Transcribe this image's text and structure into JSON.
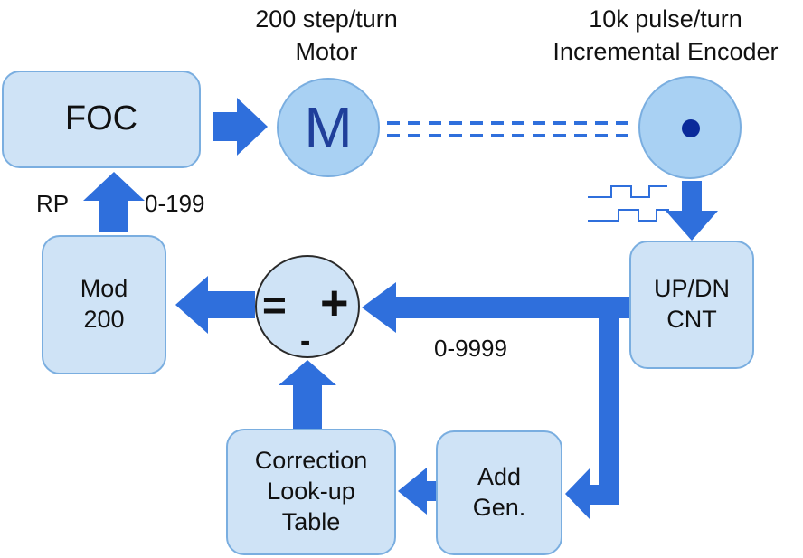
{
  "colors": {
    "box_fill": "#cfe3f6",
    "box_border": "#7aaee0",
    "arrow": "#2f6fdc",
    "circle_fill": "#a9d1f3",
    "circle_border": "#7aaee0",
    "motor_letter": "#1f3f9a",
    "encoder_dot": "#0a2a9a",
    "text": "#111111"
  },
  "blocks": {
    "foc": "FOC",
    "mod": [
      "Mod",
      "200"
    ],
    "updn": [
      "UP/DN",
      "CNT"
    ],
    "add_gen": [
      "Add",
      "Gen."
    ],
    "correction": [
      "Correction",
      "Look-up",
      "Table"
    ]
  },
  "motor": {
    "caption": [
      "200 step/turn",
      "Motor"
    ],
    "letter": "M"
  },
  "encoder": {
    "caption": [
      "10k pulse/turn",
      "Incremental Encoder"
    ]
  },
  "summer": {
    "left_sign": "=",
    "right_sign": "+",
    "bottom_sign": "-"
  },
  "labels": {
    "rp": "RP",
    "range_mod": "0-199",
    "range_cnt": "0-9999"
  },
  "icons": {
    "coupling": "dashed-shaft-icon",
    "pulse": "quadrature-pulse-icon"
  }
}
